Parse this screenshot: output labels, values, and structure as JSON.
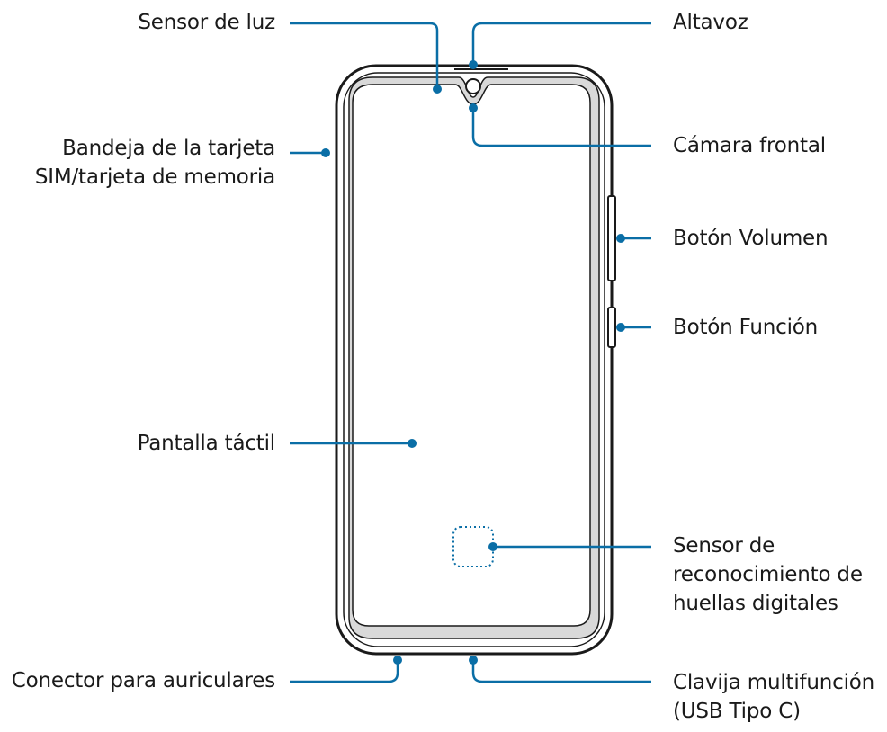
{
  "labels": {
    "light_sensor": "Sensor de luz",
    "speaker": "Altavoz",
    "front_camera": "Cámara frontal",
    "sim_tray_line1": "Bandeja de la tarjeta",
    "sim_tray_line2": "SIM/tarjeta de memoria",
    "volume_button": "Botón Volumen",
    "side_button": "Botón Función",
    "touchscreen": "Pantalla táctil",
    "fingerprint_line1": "Sensor de",
    "fingerprint_line2": "reconocimiento de",
    "fingerprint_line3": "huellas digitales",
    "headset_jack": "Conector para auriculares",
    "usb_line1": "Clavija multifunción",
    "usb_line2": "(USB Tipo C)"
  },
  "colors": {
    "callout": "#0a6ea6",
    "outline": "#1a1a1a",
    "screen_bezel": "#d9d9d9"
  }
}
